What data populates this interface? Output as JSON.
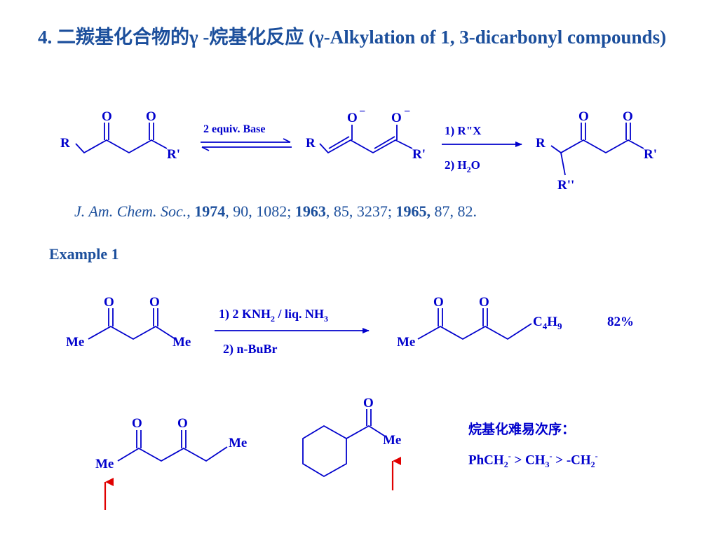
{
  "title": {
    "prefix": "4. 二羰基化合物的",
    "gamma1": "γ",
    "middle": " -烷基化反应 (",
    "gamma2": "γ",
    "english": "-Alkylation of 1, 3-dicarbonyl compounds)"
  },
  "scheme1": {
    "reagent_top": "2 equiv. Base",
    "step1": "1)  R\"X",
    "step2_prefix": "2)  H",
    "step2_sub": "2",
    "step2_suffix": "O"
  },
  "reference": {
    "journal": "J. Am. Chem. Soc.",
    "year1": "1974",
    "rest1": ", 90, 1082; ",
    "year2": "1963",
    "rest2": ", 85, 3237; ",
    "year3": "1965,",
    "rest3": " 87, 82."
  },
  "example_heading": "Example 1",
  "scheme2": {
    "step1_prefix": "1)  2 KNH",
    "step1_sub": "2",
    "step1_mid": " / liq. NH",
    "step1_sub2": "3",
    "step2": "2)  n-BuBr",
    "yield": "82%"
  },
  "atoms": {
    "O": "O",
    "O_minus": "−",
    "R": "R",
    "R1": "R'",
    "R2": "R''",
    "Me": "Me",
    "C": "C",
    "C4H9_C": "C",
    "C4H9_sub1": "4",
    "C4H9_H": "H",
    "C4H9_sub2": "9"
  },
  "notes": {
    "heading": "烷基化难易次序：",
    "order_part1": "PhCH",
    "order_sub1": "2",
    "order_sup1": "-",
    "order_part2": " > CH",
    "order_sub2": "3",
    "order_sup2": "-",
    "order_part3": " > -CH",
    "order_sub3": "2",
    "order_sup3": "-"
  },
  "colors": {
    "title": "#1c4f9c",
    "structure": "#0000cc",
    "highlight_arrow": "#e00000"
  }
}
